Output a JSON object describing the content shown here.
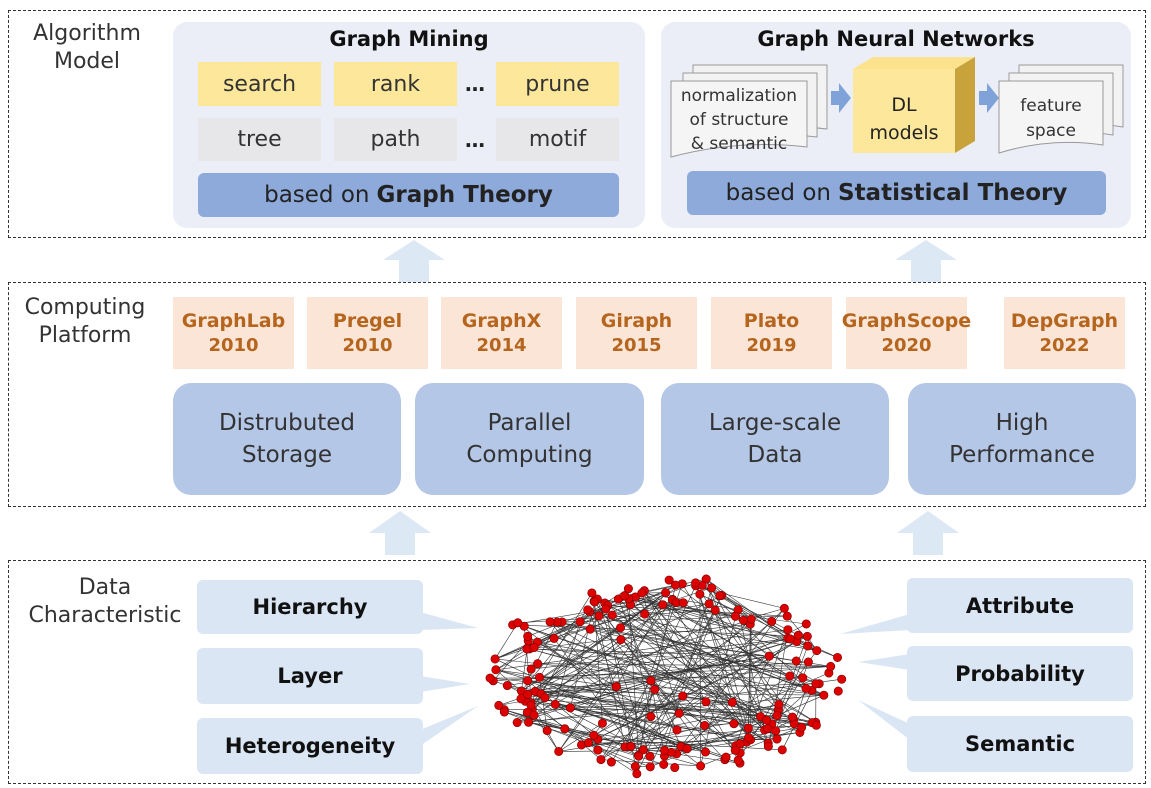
{
  "layers": {
    "algorithm": {
      "label_line1": "Algorithm",
      "label_line2": "Model"
    },
    "platform": {
      "label_line1": "Computing",
      "label_line2": "Platform"
    },
    "data": {
      "label_line1": "Data",
      "label_line2": "Characteristic"
    }
  },
  "graph_mining": {
    "title": "Graph Mining",
    "row1": [
      "search",
      "rank",
      "prune"
    ],
    "row2": [
      "tree",
      "path",
      "motif"
    ],
    "ellipsis": "…",
    "bar_prefix": "based on",
    "bar_bold": "Graph Theory"
  },
  "gnn": {
    "title": "Graph Neural Networks",
    "input_doc": [
      "normalization",
      "of structure",
      "& semantic"
    ],
    "model_box": [
      "DL",
      "models"
    ],
    "output_doc": [
      "feature",
      "space"
    ],
    "bar_prefix": "based on",
    "bar_bold": "Statistical Theory"
  },
  "platforms": [
    {
      "name": "GraphLab",
      "year": "2010"
    },
    {
      "name": "Pregel",
      "year": "2010"
    },
    {
      "name": "GraphX",
      "year": "2014"
    },
    {
      "name": "Giraph",
      "year": "2015"
    },
    {
      "name": "Plato",
      "year": "2019"
    },
    {
      "name": "GraphScope",
      "year": "2020"
    },
    {
      "name": "DepGraph",
      "year": "2022"
    }
  ],
  "features": [
    {
      "line1": "Distrubuted",
      "line2": "Storage"
    },
    {
      "line1": "Parallel",
      "line2": "Computing"
    },
    {
      "line1": "Large-scale",
      "line2": "Data"
    },
    {
      "line1": "High",
      "line2": "Performance"
    }
  ],
  "characteristics_left": [
    "Hierarchy",
    "Layer",
    "Heterogeneity"
  ],
  "characteristics_right": [
    "Attribute",
    "Probability",
    "Semantic"
  ],
  "colors": {
    "panel_bg": "#eceef7",
    "yellow_cell": "#fde79a",
    "gray_cell": "#e7e7e9",
    "theory_bar": "#8eaadb",
    "platform_bg": "#fbe5d6",
    "platform_text": "#b5651d",
    "feature_bg": "#b4c7e7",
    "tag_bg": "#dae6f4",
    "arrow": "#dde8f5",
    "node": "#dd0000",
    "edge": "#333333"
  }
}
